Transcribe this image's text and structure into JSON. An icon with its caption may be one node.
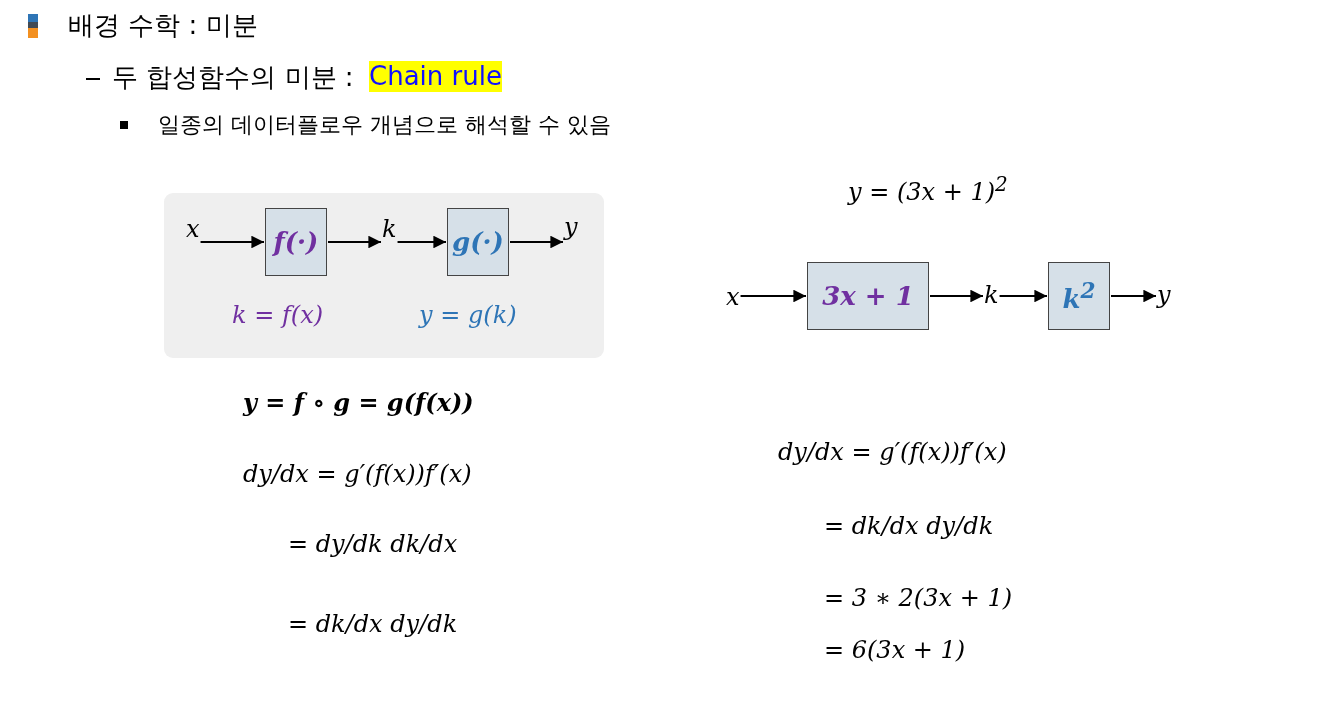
{
  "diagram": {
    "title": "배경 수학 : 미분",
    "nodes": [
      {
        "text": [
          "k = f(x)",
          "y = g(k)"
        ]
      },
      {
        "text": [
          "x"
        ],
        "in": 0
      },
      {
        "text": [
          "f(·)"
        ],
        "in": 0
      },
      {
        "text": [
          "k"
        ],
        "in": 0
      },
      {
        "text": [
          "g(·)"
        ],
        "in": 0
      },
      {
        "text": [
          "y"
        ],
        "in": 0
      },
      {
        "text": [
          "x"
        ]
      },
      {
        "text": [
          "3x + 1"
        ]
      },
      {
        "text": [
          "k"
        ]
      },
      {
        "text": [
          "k$^{2}$"
        ]
      },
      {
        "text": [
          "y"
        ]
      }
    ],
    "edges": [
      {
        "from": 1,
        "to": 2,
        "arrow": "to"
      },
      {
        "from": 2,
        "to": 3,
        "arrow": "to"
      },
      {
        "from": 3,
        "to": 4,
        "arrow": "to"
      },
      {
        "from": 4,
        "to": 5,
        "arrow": "to"
      },
      {
        "from": 6,
        "to": 7,
        "arrow": "to"
      },
      {
        "from": 7,
        "to": 8,
        "arrow": "to"
      },
      {
        "from": 8,
        "to": 9,
        "arrow": "to"
      },
      {
        "from": 9,
        "to": 10,
        "arrow": "to"
      }
    ],
    "labels": [
      "두 합성함수의 미분  :",
      "Chain rule",
      "일종의 데이터플로우 개념으로 해석할 수 있음",
      "y = (3x + 1)$^{2}$",
      "y = f ∘ g = g(f(x))",
      "dy/dx = g′(f(x))f′(x)",
      "= dy/dk dk/dx",
      "= dk/dx dy/dk",
      "dy/dx = g′(f(x))f′(x)",
      "= dk/dx dy/dk",
      "= 3 ∗ 2(3x + 1)",
      "= 6(3x + 1)"
    ]
  }
}
